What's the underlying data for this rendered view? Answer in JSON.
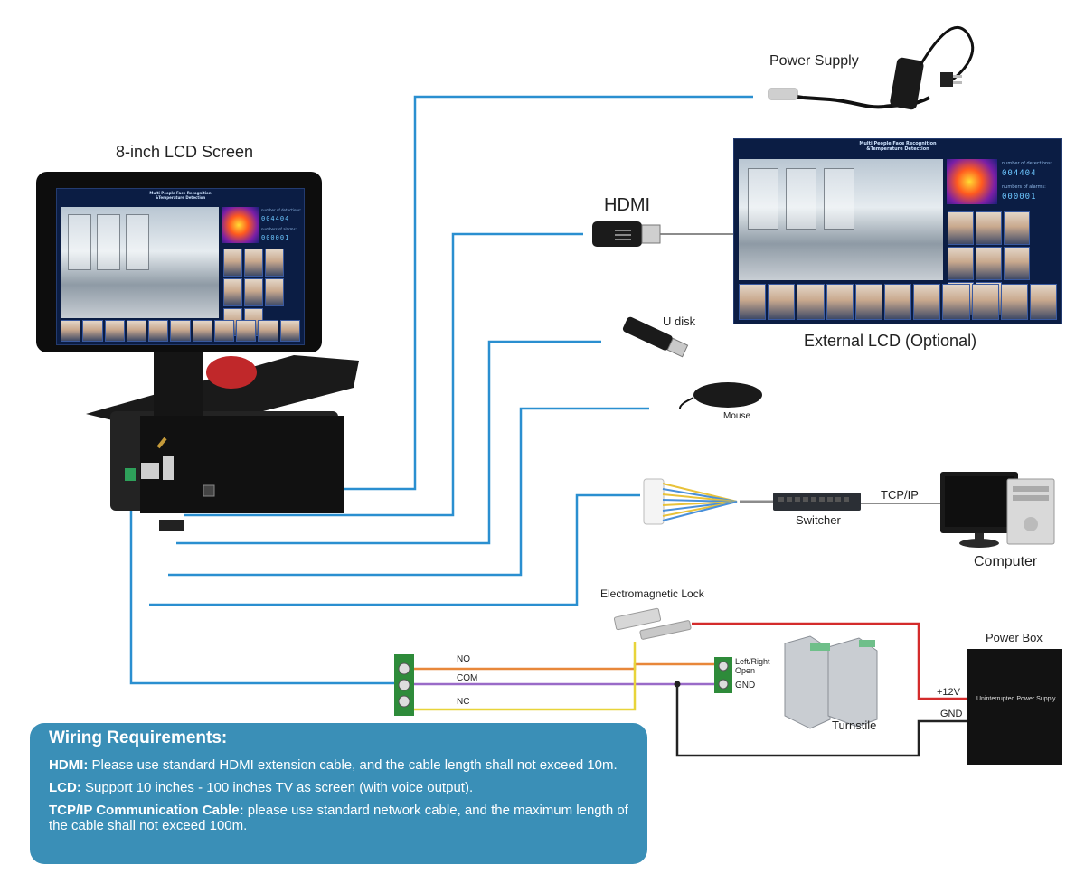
{
  "labels": {
    "lcd_8inch": "8-inch LCD Screen",
    "power_supply": "Power Supply",
    "hdmi": "HDMI",
    "external_lcd": "External LCD (Optional)",
    "u_disk": "U disk",
    "mouse": "Mouse",
    "switcher": "Switcher",
    "tcpip": "TCP/IP",
    "computer": "Computer",
    "em_lock": "Electromagnetic Lock",
    "no": "NO",
    "com": "COM",
    "nc": "NC",
    "left_right_open": "Left/Right Open",
    "gnd_turnstile": "GND",
    "turnstile": "Turnstile",
    "power_box": "Power Box",
    "plus12v": "+12V",
    "gnd_box": "GND"
  },
  "screen_ui": {
    "title_line1": "Multi People Face Recognition",
    "title_line2": "&Temperature Detection",
    "detections_label": "number of detections:",
    "detections_value": "004404",
    "alarms_label": "numbers of alarms:",
    "alarms_value": "000001",
    "power_box_text": "Uninterrupted Power Supply"
  },
  "requirements": {
    "heading": "Wiring Requirements:",
    "hdmi_term": "HDMI:",
    "hdmi_text": " Please use standard HDMI extension cable, and the cable length shall not exceed 10m.",
    "lcd_term": "LCD:",
    "lcd_text": " Support 10 inches - 100 inches TV as screen (with voice output).",
    "tcp_term": "TCP/IP Communication Cable:",
    "tcp_text": " please use standard network cable, and the maximum length of the cable shall not exceed 100m."
  },
  "colors": {
    "wire_blue": "#2a8fd0",
    "wire_gray": "#8c8c8c",
    "wire_red": "#d42b2b",
    "wire_black": "#222222",
    "wire_orange": "#e8873a",
    "wire_purple": "#9a6bc8",
    "wire_yellow": "#e8d43a",
    "panel_bg": "#3a8fb7"
  }
}
